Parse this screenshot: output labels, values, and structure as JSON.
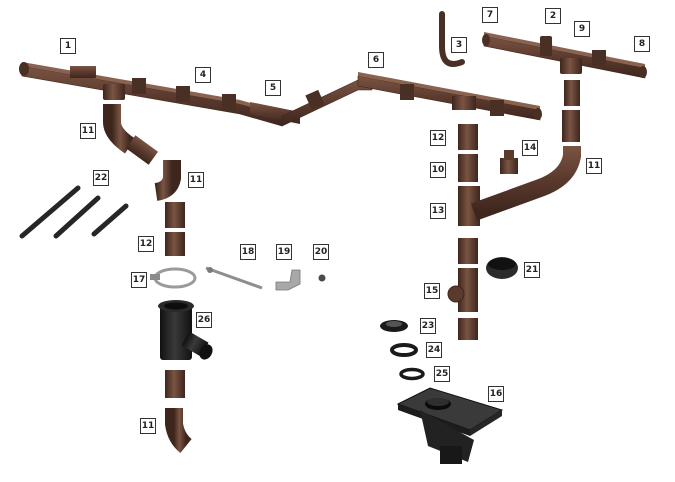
{
  "diagram": {
    "colors": {
      "brown": "#5b3a2e",
      "brown_dark": "#3e261d",
      "brown_light": "#7a5443",
      "black": "#1f1f1f",
      "metal": "#bdbdbd"
    },
    "callouts": {
      "c1": "1",
      "c2": "2",
      "c3": "3",
      "c4": "4",
      "c5": "5",
      "c6": "6",
      "c7": "7",
      "c8": "8",
      "c9": "9",
      "c10": "10",
      "c11a": "11",
      "c11b": "11",
      "c11c": "11",
      "c11d": "11",
      "c12a": "12",
      "c12b": "12",
      "c13": "13",
      "c14": "14",
      "c15": "15",
      "c16": "16",
      "c17": "17",
      "c18": "18",
      "c19": "19",
      "c20": "20",
      "c21": "21",
      "c22": "22",
      "c23": "23",
      "c24": "24",
      "c25": "25",
      "c26": "26"
    }
  }
}
